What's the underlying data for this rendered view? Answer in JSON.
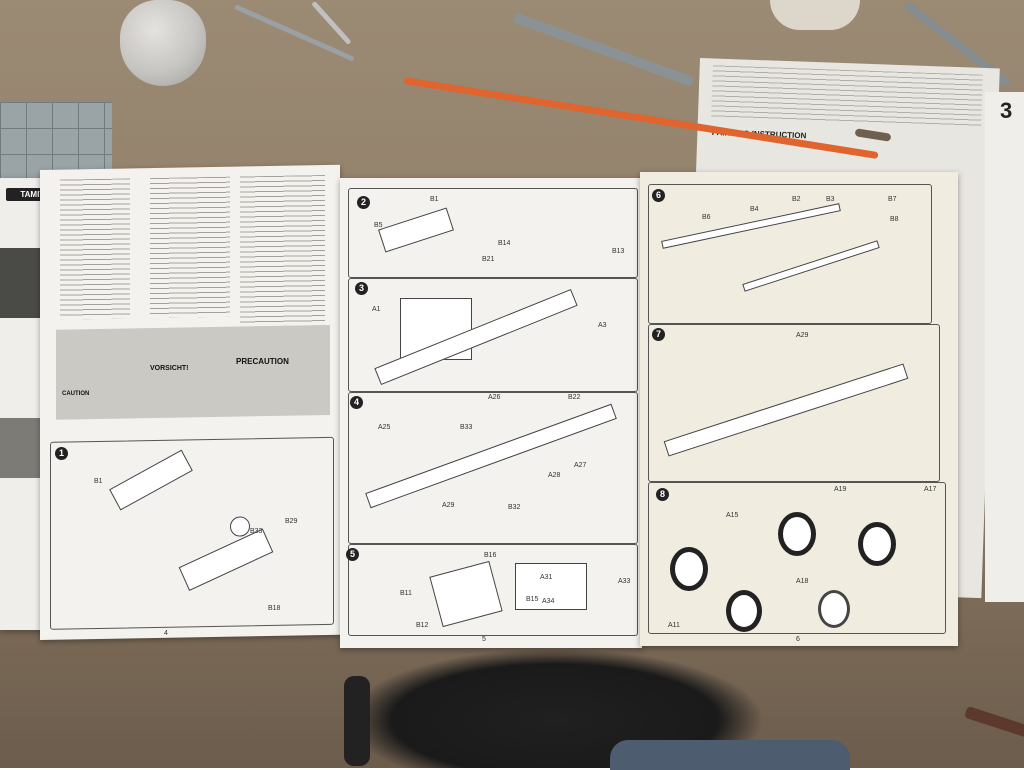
{
  "scene": {
    "description_colors": {
      "desk": "#8f7d67",
      "paper": "#f3f2ee",
      "paint_brush": "#e0642d",
      "chair": "#1c1c1c"
    }
  },
  "manual": {
    "brand": "TAMIYA",
    "right_sheet": {
      "big_number": "3",
      "title": "PAINTING INSTRUCTION"
    },
    "pages": [
      {
        "number": "4"
      },
      {
        "number": "5"
      },
      {
        "number": "6"
      }
    ],
    "headings": {
      "precaution": "PRECAUTION",
      "vorsicht": "VORSICHT!",
      "caution": "CAUTION"
    },
    "steps": [
      {
        "number": "1"
      },
      {
        "number": "2"
      },
      {
        "number": "3"
      },
      {
        "number": "4"
      },
      {
        "number": "5"
      },
      {
        "number": "6"
      },
      {
        "number": "7"
      },
      {
        "number": "8"
      }
    ],
    "part_labels": {
      "B1": "B1",
      "B5": "B5",
      "B14": "B14",
      "B21": "B21",
      "B13": "B13",
      "A1": "A1",
      "A3": "A3",
      "A25": "A25",
      "A26": "A26",
      "A27": "A27",
      "A28": "A28",
      "A29": "A29",
      "B22": "B22",
      "B33": "B33",
      "B32": "B32",
      "B18": "B18",
      "B29": "B29",
      "B11": "B11",
      "B12": "B12",
      "B15": "B15",
      "B16": "B16",
      "A31": "A31",
      "A33": "A33",
      "A34": "A34",
      "B2": "B2",
      "B4": "B4",
      "B6": "B6",
      "B3": "B3",
      "B7": "B7",
      "B8": "B8",
      "A19": "A19",
      "A15": "A15",
      "A17": "A17",
      "A11": "A11",
      "A18": "A18"
    }
  }
}
